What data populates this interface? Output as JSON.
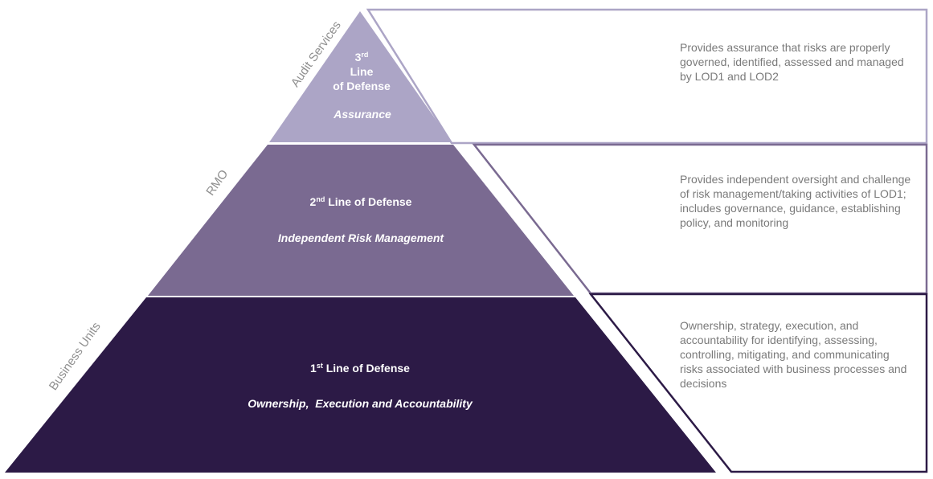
{
  "colors": {
    "tier3": "#aca5c6",
    "tier2": "#7a6a91",
    "tier1": "#2c1a46",
    "tier3_border": "#aca5c6",
    "tier2_border": "#7a6a91",
    "tier1_border": "#2c1a46",
    "side_label": "#8f8f8f",
    "description_text": "#7a7a7a"
  },
  "tiers": [
    {
      "side_label": "Audit Services",
      "ordinal_number": "3",
      "ordinal_suffix": "rd",
      "title_line1": "Line",
      "title_line2": "of Defense",
      "subtitle": "Assurance",
      "description": "Provides assurance that risks are properly governed, identified, assessed and managed by LOD1 and LOD2"
    },
    {
      "side_label": "RMO",
      "ordinal_number": "2",
      "ordinal_suffix": "nd",
      "title_rest": " Line of Defense",
      "subtitle": "Independent Risk Management",
      "description": "Provides independent oversight and challenge of risk management/taking activities of LOD1; includes governance, guidance, establishing policy, and monitoring"
    },
    {
      "side_label": "Business Units",
      "ordinal_number": "1",
      "ordinal_suffix": "st",
      "title_rest": " Line of Defense",
      "subtitle": "Ownership,  Execution and Accountability",
      "description": "Ownership, strategy, execution, and accountability for identifying, assessing, controlling, mitigating, and communicating risks associated with business processes and decisions"
    }
  ]
}
